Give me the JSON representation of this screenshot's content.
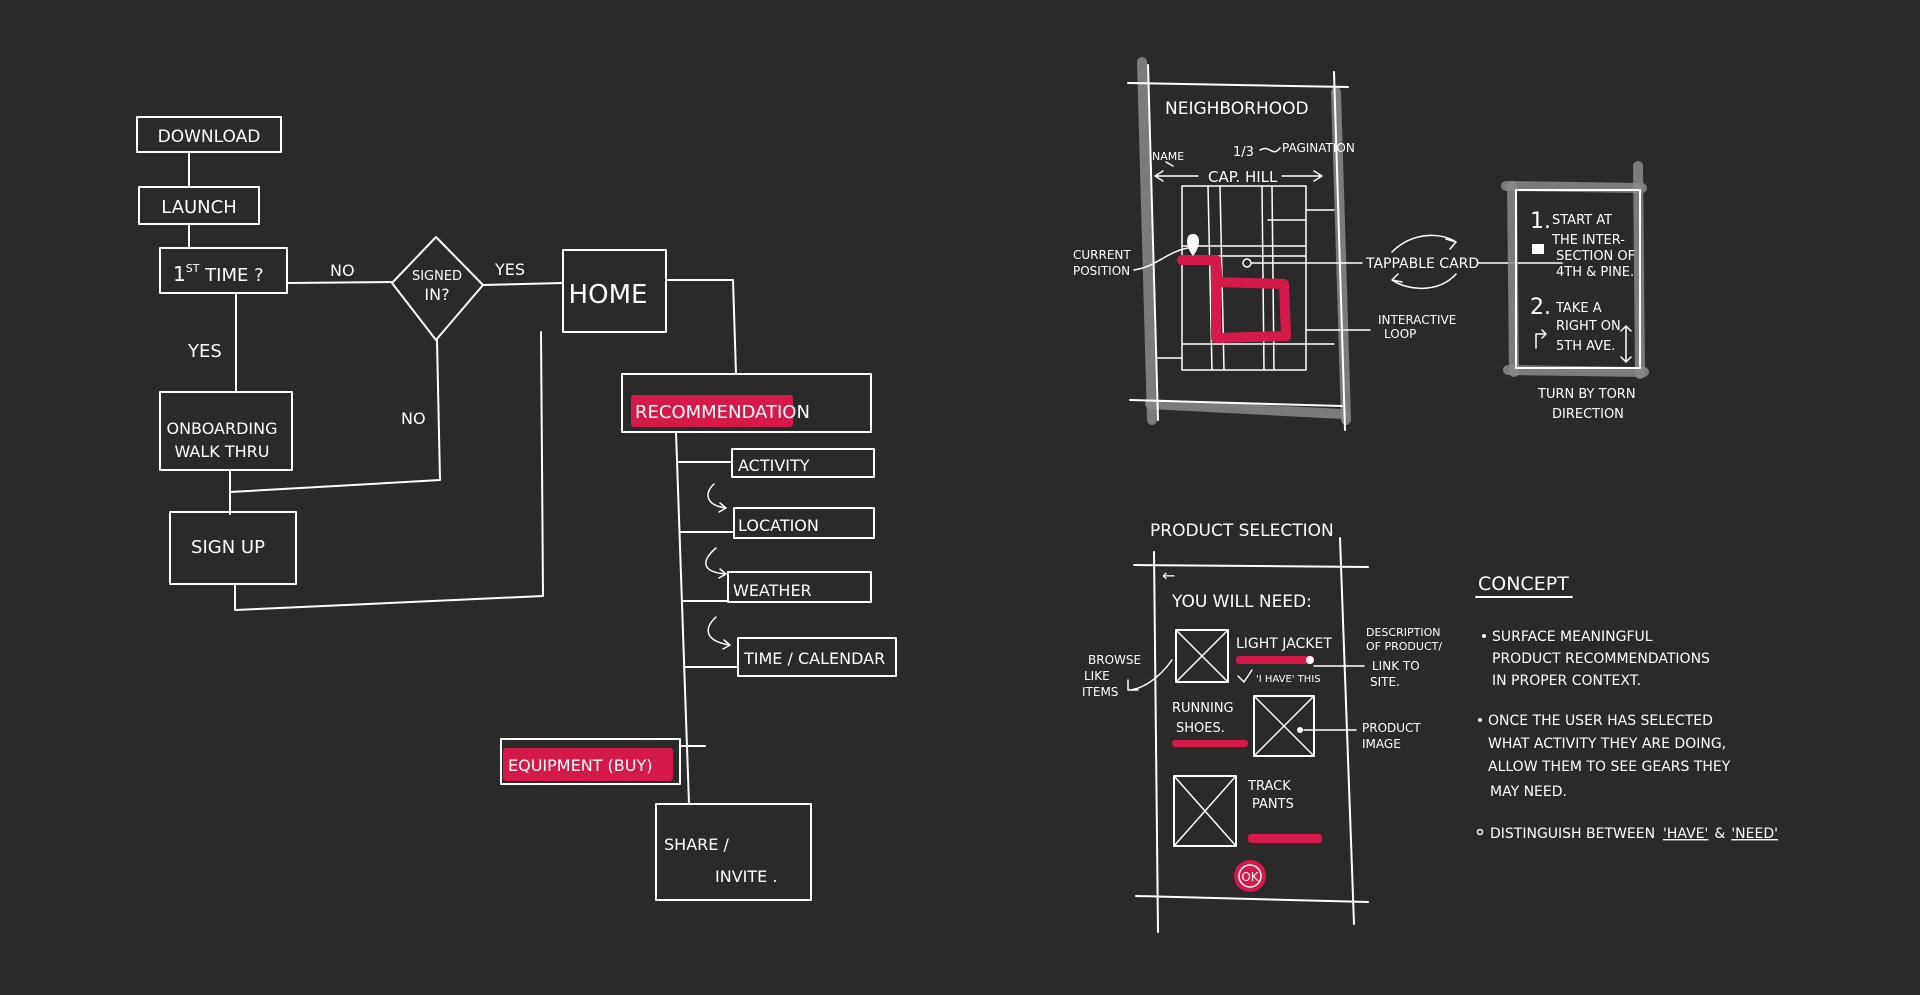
{
  "colors": {
    "background": "#2a2a2a",
    "ink": "#ffffff",
    "accent": "#d51a4a",
    "marker_grey": "#8a8a8a"
  },
  "flowchart": {
    "download": "DOWNLOAD",
    "launch": "LAUNCH",
    "first_time_prefix": "1",
    "first_time_sup": "ST",
    "first_time_rest": " TIME ?",
    "no_1": "NO",
    "signed_in_line1": "SIGNED",
    "signed_in_line2": "IN?",
    "yes_1": "YES",
    "home": "HOME",
    "yes_2": "YES",
    "no_2": "NO",
    "onboarding_line1": "ONBOARDING",
    "onboarding_line2": "WALK THRU",
    "sign_up": "SIGN UP",
    "recommendation": "RECOMMENDATION",
    "activity": "ACTIVITY",
    "location": "LOCATION",
    "weather": "WEATHER",
    "time_calendar": "TIME / CALENDAR",
    "equipment": "EQUIPMENT (BUY)",
    "share_line1": "SHARE /",
    "share_line2": "INVITE ."
  },
  "neighborhood": {
    "title": "NEIGHBORHOOD",
    "name_label": "NAME",
    "pagination_count": "1/3",
    "pagination_label": "PAGINATION",
    "area_name": "CAP. HILL",
    "current_position_line1": "CURRENT",
    "current_position_line2": "POSITION",
    "tappable_card": "TAPPABLE CARD",
    "interactive_loop_line1": "INTERACTIVE",
    "interactive_loop_line2": "LOOP"
  },
  "turn_card": {
    "step1_number": "1.",
    "step1_line1": "START AT",
    "step1_line2": "THE INTER-",
    "step1_line3": "SECTION OF",
    "step1_line4": "4TH & PINE.",
    "step2_number": "2.",
    "step2_line1": "TAKE A",
    "step2_line2": "RIGHT ON",
    "step2_line3": "5TH AVE.",
    "caption_line1": "TURN BY TORN",
    "caption_line2": "DIRECTION"
  },
  "product_selection": {
    "title": "PRODUCT SELECTION",
    "back_arrow": "←",
    "you_will_need": "YOU WILL NEED:",
    "item1_name": "LIGHT JACKET",
    "item2_name_line1": "RUNNING",
    "item2_name_line2": "SHOES.",
    "item3_name_line1": "TRACK",
    "item3_name_line2": "PANTS",
    "i_have_this": "'I HAVE' THIS",
    "ok": "OK",
    "browse_line1": "BROWSE",
    "browse_line2": "LIKE",
    "browse_line3": "ITEMS",
    "description_line1": "DESCRIPTION",
    "description_line2": "OF PRODUCT/",
    "link_line1": "LINK TO",
    "link_line2": "SITE.",
    "product_image_line1": "PRODUCT",
    "product_image_line2": "IMAGE"
  },
  "concept": {
    "title": "CONCEPT",
    "bullet1_line1": "SURFACE MEANINGFUL",
    "bullet1_line2": "PRODUCT RECOMMENDATIONS",
    "bullet1_line3": "IN PROPER CONTEXT.",
    "bullet2_line1": "ONCE THE USER HAS SELECTED",
    "bullet2_line2": "WHAT ACTIVITY THEY ARE DOING,",
    "bullet2_line3": "ALLOW THEM TO SEE GEARS THEY",
    "bullet2_line4": "MAY NEED.",
    "bullet3_prefix": "DISTINGUISH BETWEEN",
    "bullet3_have": "'HAVE'",
    "bullet3_amp": "&",
    "bullet3_need": "'NEED'"
  }
}
